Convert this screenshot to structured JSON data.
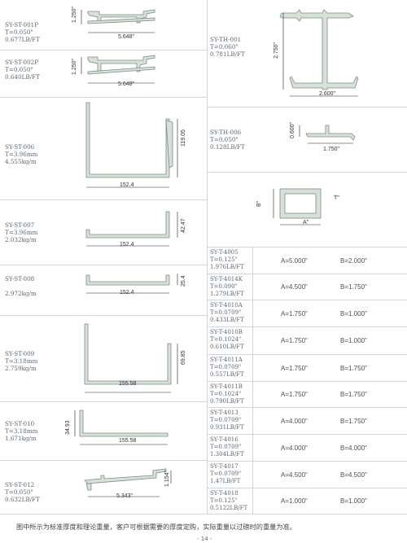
{
  "left_profiles": [
    {
      "label": "SY-ST-001P\nT=0.050\"\n0.677LB/FT",
      "dims": {
        "h": "1.250\"",
        "w": "5.648\""
      }
    },
    {
      "label": "SY-ST-002P\nT=0.050\"\n0.640LB/FT",
      "dims": {
        "h": "1.250\"",
        "w": "5.648\""
      }
    },
    {
      "label": "SY-ST-006\nT=3.96mm\n4.555kg/m",
      "dims": {
        "h": "119.05",
        "w": "152.4"
      }
    },
    {
      "label": "SY-ST-007\nT=3.96mm\n2.032kg/m",
      "dims": {
        "h": "42.47",
        "w": "152.4"
      }
    },
    {
      "label": "SY-ST-008\n\n2.972kg/m",
      "dims": {
        "h": "25.4",
        "w": "152.4"
      }
    },
    {
      "label": "SY-ST-009\nT=3.18mm\n2.759kg/m",
      "dims": {
        "h": "69.85",
        "w": "155.58"
      }
    },
    {
      "label": "SY-ST-010\nT=3.18mm\n1.671kg/m",
      "dims": {
        "h": "34.93",
        "w": "155.58"
      }
    },
    {
      "label": "SY-ST-012\nT=0.050\"\n0.632LB/FT",
      "dims": {
        "h": "1.154\"",
        "w": "5.343\""
      }
    }
  ],
  "right_profiles": [
    {
      "label": "SY-TH-001\nT=0.060\"\n0.781LB/FT",
      "dims": {
        "h": "2.750\"",
        "w": "2.600\""
      }
    },
    {
      "label": "SY-TH-006\nT=0.050\"\n0.128LB/FT",
      "dims": {
        "h": "0.600\"",
        "w": "1.750\""
      }
    }
  ],
  "tube_diagram": {
    "a": "A\"",
    "b": "B\"",
    "t": "T\""
  },
  "tube_rows": [
    {
      "label": "SY-T-4005\nT=0.125\"\n1.976LB/FT",
      "a": "A=5.000\"",
      "b": "B=2.000\""
    },
    {
      "label": "SY-T-4014K\nT=0.090\"\n1.279LB/FT",
      "a": "A=4.500\"",
      "b": "B=1.750\""
    },
    {
      "label": "SY-T-4010A\nT=0.0709\"\n0.433LB/FT",
      "a": "A=1.750\"",
      "b": "B=1.000\""
    },
    {
      "label": "SY-T-4010B\nT=0.1024\"\n0.610LB/FT",
      "a": "A=1.750\"",
      "b": "B=1.000\""
    },
    {
      "label": "SY-T-4011A\nT=0.0709\"\n0.557LB/FT",
      "a": "A=1.750\"",
      "b": "B=1.750\""
    },
    {
      "label": "SY-T-4011B\nT=0.1024\"\n0.790LB/FT",
      "a": "A=1.750\"",
      "b": "B=1.750\""
    },
    {
      "label": "SY-T-4013\nT=0.0709\"\n0.931LB/FT",
      "a": "A=4.000\"",
      "b": "B=1.750\""
    },
    {
      "label": "SY-T-4016\nT=0.0709\"\n1.304LB/FT",
      "a": "A=4.000\"",
      "b": "B=4.000\""
    },
    {
      "label": "SY-T-4017\nT=0.0709\"\n1.47LB/FT",
      "a": "A=4.500\"",
      "b": "B=4.500\""
    },
    {
      "label": "SY-T-4018\nT=0.125\"\n0.5122LB/FT",
      "a": "A=1.000\"",
      "b": "B=1.000\""
    }
  ],
  "footnote": "图中所示为标准厚度和理论重量，客户可根据需要的厚度定购，实际重量以过磅时的重量为准。",
  "page_number": "- 14 -"
}
